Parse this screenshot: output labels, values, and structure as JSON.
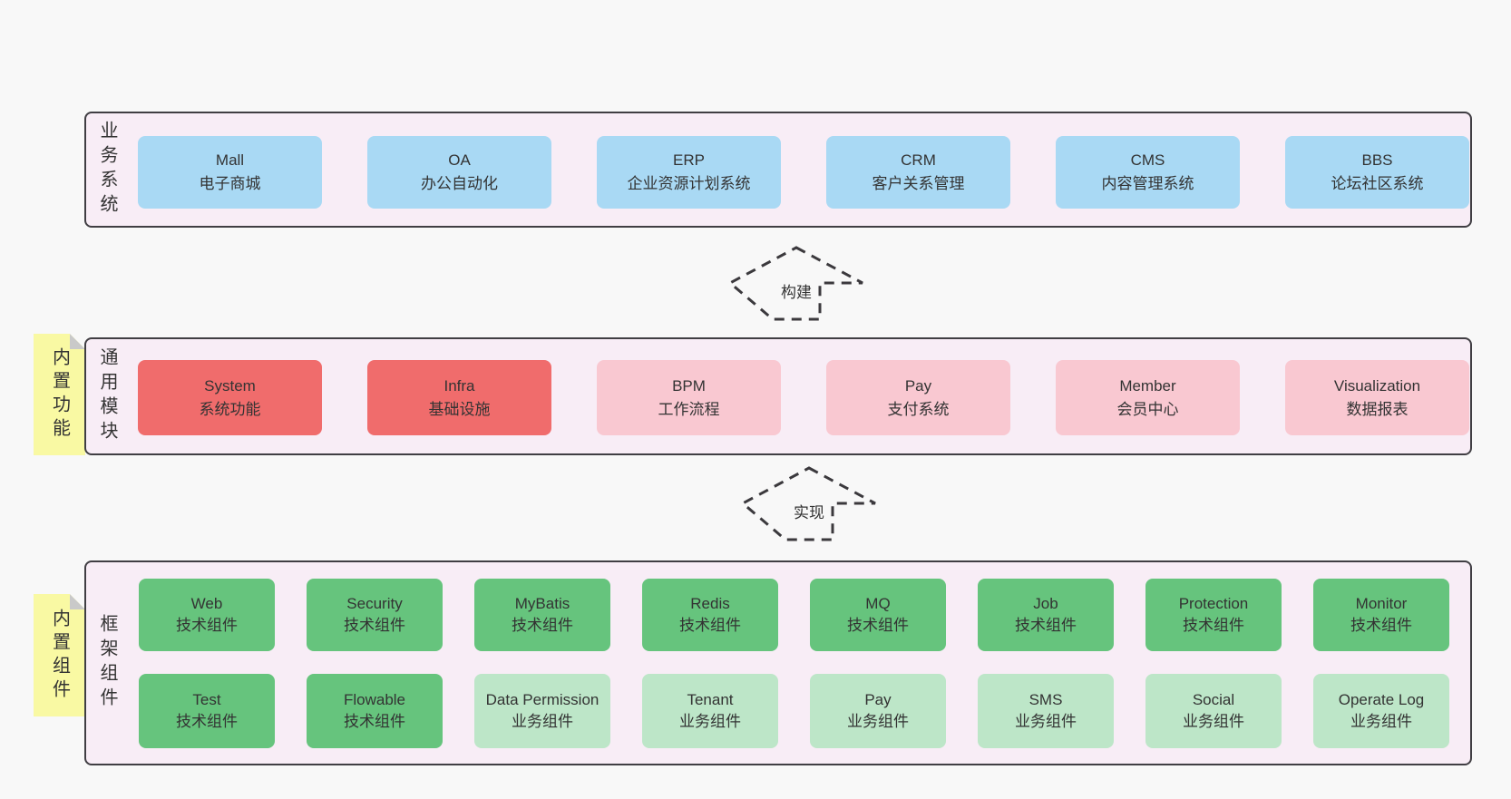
{
  "colors": {
    "page_bg": "#f8f8f8",
    "panel_bg": "#f8edf6",
    "panel_border": "#403e43",
    "business_box": "#a9d9f4",
    "core_module_box": "#f06c6c",
    "extra_module_box": "#f9c8d1",
    "tech_component_box": "#66c47d",
    "biz_component_box": "#bde6c8",
    "note_bg": "#f9f9a3",
    "note_fold": "#c9c9c9",
    "text": "#333333"
  },
  "layers": {
    "business": {
      "label": "业务系统",
      "items": [
        {
          "name": "Mall",
          "desc": "电子商城"
        },
        {
          "name": "OA",
          "desc": "办公自动化"
        },
        {
          "name": "ERP",
          "desc": "企业资源计划系统"
        },
        {
          "name": "CRM",
          "desc": "客户关系管理"
        },
        {
          "name": "CMS",
          "desc": "内容管理系统"
        },
        {
          "name": "BBS",
          "desc": "论坛社区系统"
        }
      ]
    },
    "modules": {
      "label": "通用模块",
      "note": "内置功能",
      "items": [
        {
          "name": "System",
          "desc": "系统功能",
          "type": "core"
        },
        {
          "name": "Infra",
          "desc": "基础设施",
          "type": "core"
        },
        {
          "name": "BPM",
          "desc": "工作流程",
          "type": "extra"
        },
        {
          "name": "Pay",
          "desc": "支付系统",
          "type": "extra"
        },
        {
          "name": "Member",
          "desc": "会员中心",
          "type": "extra"
        },
        {
          "name": "Visualization",
          "desc": "数据报表",
          "type": "extra"
        }
      ]
    },
    "framework": {
      "label": "框架组件",
      "note": "内置组件",
      "row1": [
        {
          "name": "Web",
          "desc": "技术组件",
          "type": "tech"
        },
        {
          "name": "Security",
          "desc": "技术组件",
          "type": "tech"
        },
        {
          "name": "MyBatis",
          "desc": "技术组件",
          "type": "tech"
        },
        {
          "name": "Redis",
          "desc": "技术组件",
          "type": "tech"
        },
        {
          "name": "MQ",
          "desc": "技术组件",
          "type": "tech"
        },
        {
          "name": "Job",
          "desc": "技术组件",
          "type": "tech"
        },
        {
          "name": "Protection",
          "desc": "技术组件",
          "type": "tech"
        },
        {
          "name": "Monitor",
          "desc": "技术组件",
          "type": "tech"
        }
      ],
      "row2": [
        {
          "name": "Test",
          "desc": "技术组件",
          "type": "tech"
        },
        {
          "name": "Flowable",
          "desc": "技术组件",
          "type": "tech"
        },
        {
          "name": "Data Permission",
          "desc": "业务组件",
          "type": "biz"
        },
        {
          "name": "Tenant",
          "desc": "业务组件",
          "type": "biz"
        },
        {
          "name": "Pay",
          "desc": "业务组件",
          "type": "biz"
        },
        {
          "name": "SMS",
          "desc": "业务组件",
          "type": "biz"
        },
        {
          "name": "Social",
          "desc": "业务组件",
          "type": "biz"
        },
        {
          "name": "Operate Log",
          "desc": "业务组件",
          "type": "biz"
        }
      ]
    }
  },
  "arrows": [
    {
      "label": "构建"
    },
    {
      "label": "实现"
    }
  ]
}
